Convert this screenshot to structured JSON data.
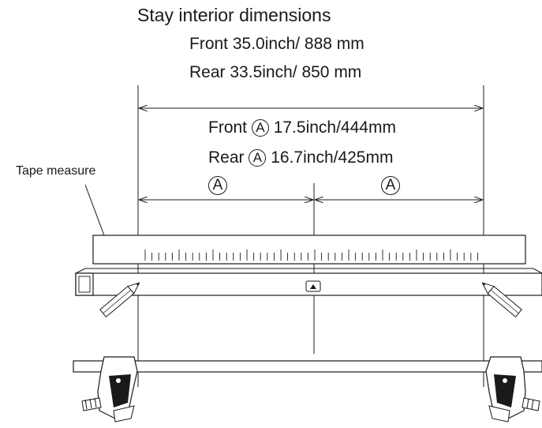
{
  "title": "Stay interior dimensions",
  "overall": {
    "front_label": "Front",
    "front_value": "35.0",
    "front_units": "inch/ 888 mm",
    "rear_label": "Rear",
    "rear_value": "33.5",
    "rear_units": "inch/ 850 mm"
  },
  "half": {
    "front_label": "Front",
    "front_symbol": "A",
    "front_value": "17.5",
    "front_units": "inch/444mm",
    "rear_label": "Rear",
    "rear_symbol": "A",
    "rear_value": "16.7",
    "rear_units": "inch/425mm",
    "left_symbol": "A",
    "right_symbol": "A"
  },
  "tape_label": "Tape measure"
}
